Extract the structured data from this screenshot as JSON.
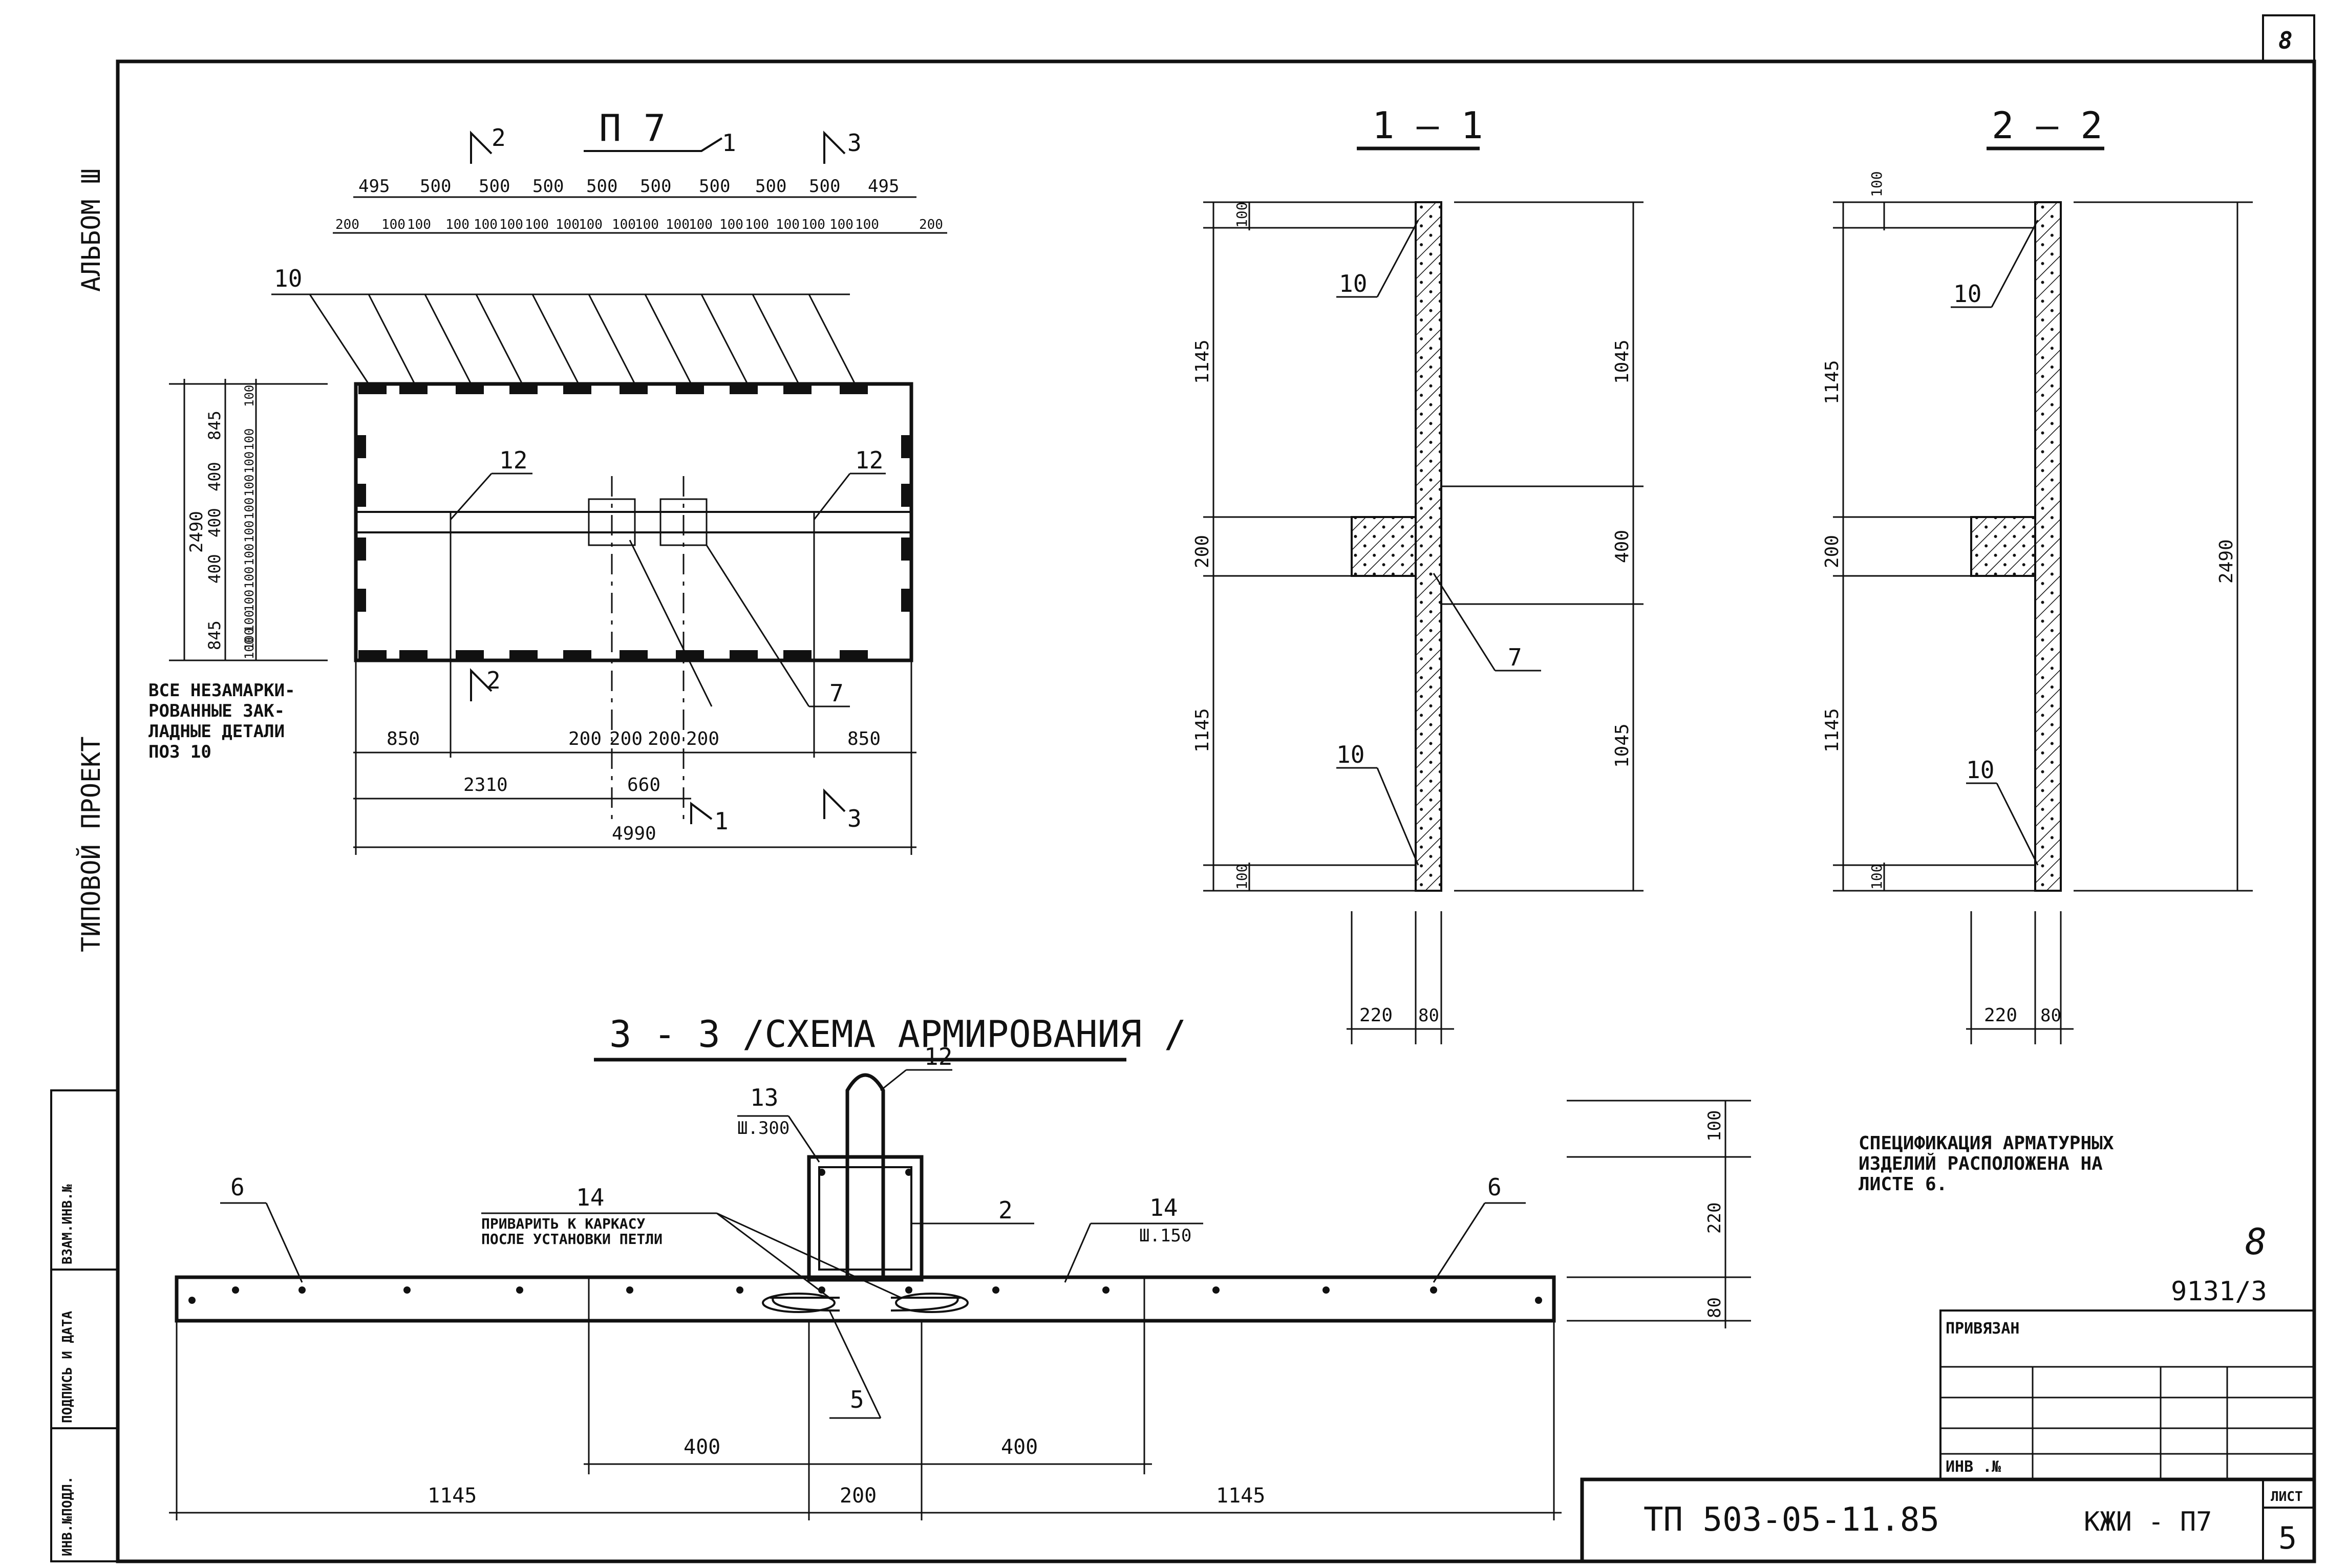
{
  "sheet_number_top": "8",
  "side": {
    "album": "АЛЬБОМ Ш",
    "project": "ТИПОВОЙ  ПРОЕКТ"
  },
  "stamp_cols": [
    "ИНВ.№ПОДЛ.",
    "ПОДПИСЬ И ДАТА",
    "ВЗАМ.ИНВ.№"
  ],
  "plan": {
    "title": "П 7",
    "sec2": "2",
    "sec1": "1",
    "sec3": "3",
    "top_dims": [
      "495",
      "500",
      "500",
      "500",
      "500",
      "500",
      "500",
      "500",
      "500",
      "495"
    ],
    "sub_dims": [
      "200",
      "100",
      "100",
      "100",
      "100",
      "100",
      "100",
      "100",
      "100",
      "100",
      "100",
      "100",
      "100",
      "100",
      "100",
      "100",
      "100",
      "100",
      "100",
      "200"
    ],
    "left_total": "2490",
    "left_dims": [
      "845",
      "400",
      "400",
      "400",
      "845"
    ],
    "left_sub": [
      "100",
      "100",
      "100",
      "100",
      "100",
      "100",
      "100",
      "100",
      "100",
      "100",
      "100",
      "100"
    ],
    "mark_10": "10",
    "mark_12a": "12",
    "mark_12b": "12",
    "mark_7": "7",
    "bottom_row": [
      "850",
      "200",
      "200",
      "200",
      "200",
      "850"
    ],
    "b2310": "2310",
    "b660": "660",
    "b4990": "4990",
    "note": [
      "ВСЕ НЕЗАМАРКИ-",
      "РОВАННЫЕ ЗАК-",
      "ЛАДНЫЕ ДЕТАЛИ",
      "ПОЗ 10"
    ]
  },
  "section11": {
    "title": "1 — 1",
    "d100a": "100",
    "d1145a": "1145",
    "d200": "200",
    "d1145b": "1145",
    "d100b": "100",
    "r1045a": "1045",
    "r400": "400",
    "r1045b": "1045",
    "m10a": "10",
    "m10b": "10",
    "m7": "7",
    "b220": "220",
    "b80": "80"
  },
  "section22": {
    "title": "2 — 2",
    "d100a": "100",
    "d1145a": "1145",
    "d200": "200",
    "d1145b": "1145",
    "d100b": "100",
    "r2490": "2490",
    "m10a": "10",
    "m10b": "10",
    "b220": "220",
    "b80": "80"
  },
  "section33": {
    "title": "3 - 3 /СХЕМА АРМИРОВАНИЯ /",
    "m13": "13",
    "m13sub": "Ш.300",
    "m12": "12",
    "m14a": "14",
    "m14b": "14",
    "m14bsub": "Ш.150",
    "m2": "2",
    "m5": "5",
    "m6a": "6",
    "m6b": "6",
    "weld_note": [
      "ПРИВАРИТЬ К КАРКАСУ",
      "ПОСЛЕ УСТАНОВКИ ПЕТЛИ"
    ],
    "r100": "100",
    "r220": "220",
    "r80": "80",
    "d400a": "400",
    "d400b": "400",
    "d1145a": "1145",
    "d200": "200",
    "d1145b": "1145"
  },
  "spec_note": [
    "СПЕЦИФИКАЦИЯ АРМАТУРНЫХ",
    "ИЗДЕЛИЙ РАСПОЛОЖЕНА НА",
    "ЛИСТЕ 6."
  ],
  "sheet_ref_num": "8",
  "sheet_ref_code": "9131/3",
  "privyazan": "ПРИВЯЗАН",
  "inv": "ИНВ .№",
  "title_code": "ТП 503-05-11.85",
  "title_mark": "КЖИ - П7",
  "list_label": "ЛИСТ",
  "list_num": "5"
}
